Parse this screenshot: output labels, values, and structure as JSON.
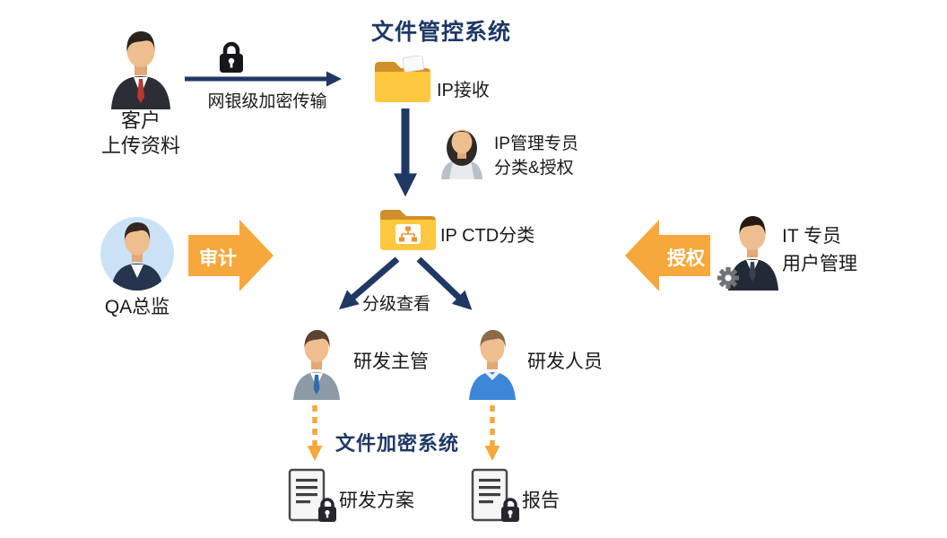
{
  "colors": {
    "navy": "#1F3864",
    "orange": "#F6A83C",
    "folder_front": "#FFC83E",
    "folder_back": "#D08F2C",
    "text": "#1A1A1A",
    "white": "#FFFFFF"
  },
  "titles": {
    "file_control": "文件管控系统",
    "file_encrypt": "文件加密系统"
  },
  "nodes": {
    "customer": {
      "line1": "客户",
      "line2": "上传资料"
    },
    "transfer": {
      "label": "网银级加密传输"
    },
    "ip_receive": {
      "label": "IP接收"
    },
    "ip_admin": {
      "line1": "IP管理专员",
      "line2": "分类&授权"
    },
    "ip_ctd": {
      "label": "IP CTD分类"
    },
    "qa_director": {
      "label": "QA总监"
    },
    "audit_arrow": {
      "label": "审计"
    },
    "authorize_arrow": {
      "label": "授权"
    },
    "it_specialist": {
      "line1": "IT 专员",
      "line2": "用户管理"
    },
    "tiered_view": {
      "label": "分级查看"
    },
    "rd_manager": {
      "label": "研发主管"
    },
    "rd_staff": {
      "label": "研发人员"
    },
    "rd_plan": {
      "label": "研发方案"
    },
    "report": {
      "label": "报告"
    }
  },
  "icons": {
    "lock-icon": "padlock",
    "folder-icon": "yellow folder",
    "hierarchy-badge-icon": "org chart badge on folder",
    "person-icon": "flat person bust",
    "woman-person-icon": "flat woman bust",
    "qa-avatar-icon": "person in blue circle",
    "gear-icon": "gear",
    "document-lock-icon": "document page with padlock"
  }
}
